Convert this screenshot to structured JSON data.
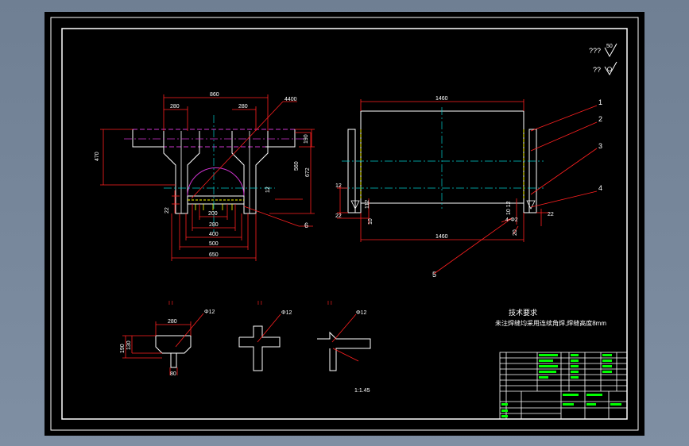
{
  "drawing": {
    "roughness_1": "???",
    "roughness_1_value": "50",
    "roughness_2": "??",
    "front_view": {
      "width_top": "860",
      "width_left_flange": "280",
      "width_right_flange": "280",
      "height_total": "470",
      "height_right_1": "190",
      "height_right_2": "560",
      "height_right_3": "672",
      "dim_12": "12",
      "dim_22": "22",
      "dim_200": "200",
      "dim_280": "280",
      "dim_400": "400",
      "dim_500": "500",
      "dim_650": "650",
      "dim_4400": "4400"
    },
    "side_view": {
      "length_top": "1460",
      "length_bottom": "1460",
      "dim_12": "12",
      "dim_22": "22",
      "dim_112": "112",
      "dim_10": "10",
      "dim_10_12": "10 12",
      "dim_22_r": "22",
      "dim_4_phi2": "4-Φ2",
      "dim_20": "20"
    },
    "callouts": [
      "1",
      "2",
      "3",
      "4",
      "5",
      "6"
    ],
    "sections": [
      {
        "mark": "I  I",
        "label_width": "280",
        "dim_height": "190",
        "dim_inner": "130",
        "dim_bottom": "80",
        "callout": "Φ12"
      },
      {
        "mark": "I  I",
        "callout": "Φ12"
      },
      {
        "mark": "I  I",
        "callout": "Φ12"
      }
    ],
    "scale_note": "1:1.45",
    "tech_title": "技术要求",
    "tech_note": "未注焊缝均采用连续角焊,焊缝高度8mm"
  }
}
